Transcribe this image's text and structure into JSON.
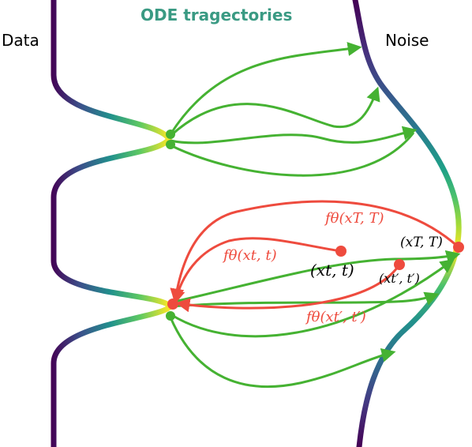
{
  "labels": {
    "data": "Data",
    "noise": "Noise",
    "ode_title": "ODE tragectories"
  },
  "math": {
    "fT": "fθ(xT, T)",
    "ft": "fθ(xt, t)",
    "ftp": "fθ(xt′, t′)",
    "xT": "(xT, T)",
    "xt": "(xt, t)",
    "xtp": "(xt′, t′)"
  },
  "colors": {
    "title": "#3a9a83",
    "green": "#45b232",
    "red": "#ee4b3e",
    "viridis_dark": "#440154",
    "viridis_mid": "#31688e",
    "viridis_teal": "#21918c",
    "viridis_green": "#5ec962",
    "viridis_yellow": "#fde725"
  }
}
